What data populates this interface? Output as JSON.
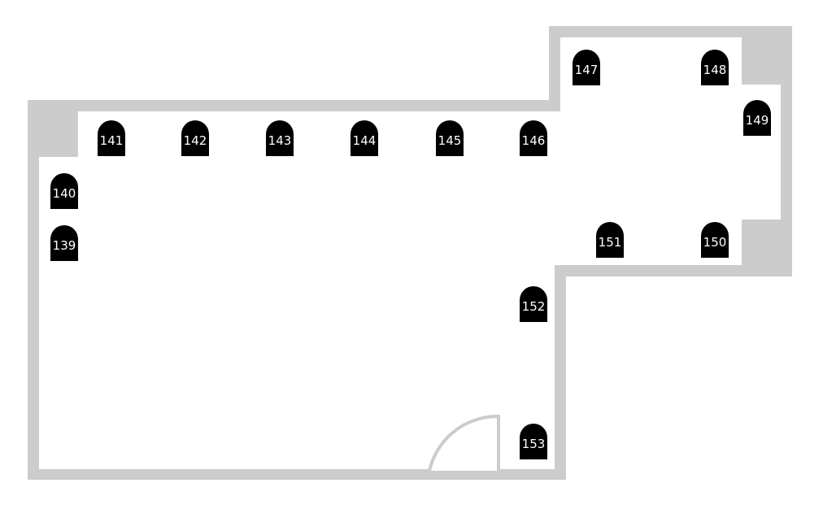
{
  "colors": {
    "wall": "#cccccc",
    "floor": "#ffffff",
    "marker": "#000000",
    "marker_text": "#ffffff"
  },
  "markers": [
    {
      "label": "139"
    },
    {
      "label": "140"
    },
    {
      "label": "141"
    },
    {
      "label": "142"
    },
    {
      "label": "143"
    },
    {
      "label": "144"
    },
    {
      "label": "145"
    },
    {
      "label": "146"
    },
    {
      "label": "147"
    },
    {
      "label": "148"
    },
    {
      "label": "149"
    },
    {
      "label": "150"
    },
    {
      "label": "151"
    },
    {
      "label": "152"
    },
    {
      "label": "153"
    }
  ]
}
